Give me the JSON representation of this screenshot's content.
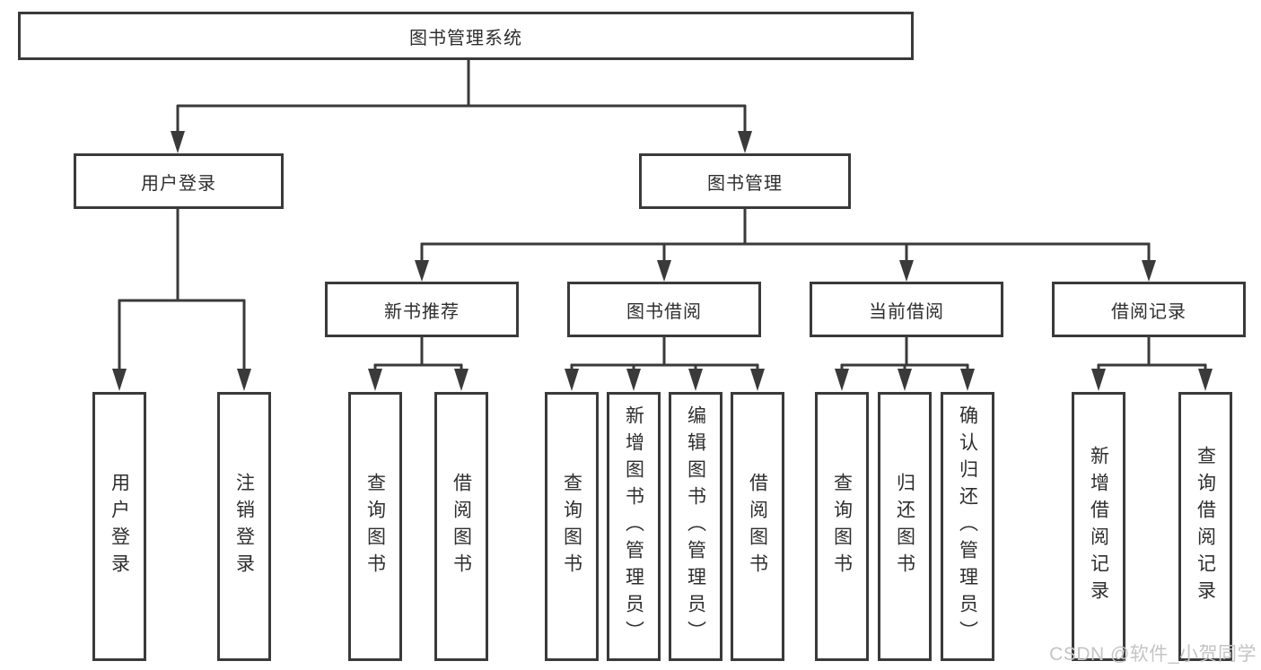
{
  "tree": {
    "root": {
      "label": "图书管理系统",
      "children": [
        {
          "label": "用户登录",
          "children": [
            {
              "label": "用户登录"
            },
            {
              "label": "注销登录"
            }
          ]
        },
        {
          "label": "图书管理",
          "children": [
            {
              "label": "新书推荐",
              "children": [
                {
                  "label": "查询图书"
                },
                {
                  "label": "借阅图书"
                }
              ]
            },
            {
              "label": "图书借阅",
              "children": [
                {
                  "label": "查询图书"
                },
                {
                  "label": "新增图书（管理员）"
                },
                {
                  "label": "编辑图书（管理员）"
                },
                {
                  "label": "借阅图书"
                }
              ]
            },
            {
              "label": "当前借阅",
              "children": [
                {
                  "label": "查询图书"
                },
                {
                  "label": "归还图书"
                },
                {
                  "label": "确认归还（管理员）"
                }
              ]
            },
            {
              "label": "借阅记录",
              "children": [
                {
                  "label": "新增借阅记录"
                },
                {
                  "label": "查询借阅记录"
                }
              ]
            }
          ]
        }
      ]
    }
  },
  "watermark": "CSDN @软件_小贺同学",
  "colors": {
    "line": "#3a3a3a",
    "box_border": "#3a3a3a",
    "box_fill": "#ffffff",
    "text": "#2e2e2e",
    "watermark": "#c4c4c4",
    "background": "#ffffff"
  }
}
